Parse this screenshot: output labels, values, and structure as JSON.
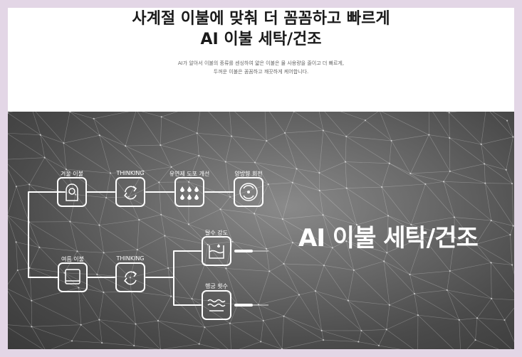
{
  "header": {
    "title_line1": "사계절 이불에 맞춰 더 꼼꼼하고 빠르게",
    "title_line2": "AI 이불 세탁/건조",
    "desc_line1": "AI가 알아서 이불의 종류를 센싱하여 얇은 이불은 물 사용량을 줄이고 더 빠르게,",
    "desc_line2": "두꺼운 이불은 꼼꼼하고 깨끗하게 케어합니다."
  },
  "diagram": {
    "big_title": "AI 이불 세탁/건조",
    "winter_label": "겨울 이불",
    "thinking_top_label": "THINKING",
    "softener_label": "유연제 도포 개선",
    "rotation_label": "양방향 회전",
    "summer_label": "여름 이불",
    "thinking_bottom_label": "THINKING",
    "spin_label": "탈수 강도",
    "rinse_label": "헹굼 횟수"
  },
  "colors": {
    "panel_bg": "#555555",
    "line": "#ffffff",
    "page_bg": "#e3d6e6"
  }
}
